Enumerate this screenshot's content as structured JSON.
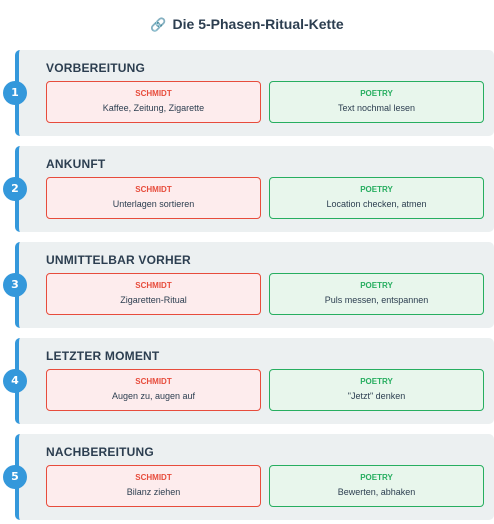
{
  "title": {
    "icon": "link-icon",
    "glyph": "🔗",
    "text": "Die 5-Phasen-Ritual-Kette"
  },
  "colors": {
    "accent": "#3498db",
    "schmidt": "#e74c3c",
    "poetry": "#27ae60",
    "panel": "#ecf0f1"
  },
  "phases": [
    {
      "num": "1",
      "title": "VORBEREITUNG",
      "schmidt": {
        "label": "SCHMIDT",
        "text": "Kaffee, Zeitung, Zigarette"
      },
      "poetry": {
        "label": "POETRY",
        "text": "Text nochmal lesen"
      }
    },
    {
      "num": "2",
      "title": "ANKUNFT",
      "schmidt": {
        "label": "SCHMIDT",
        "text": "Unterlagen sortieren"
      },
      "poetry": {
        "label": "POETRY",
        "text": "Location checken, atmen"
      }
    },
    {
      "num": "3",
      "title": "UNMITTELBAR VORHER",
      "schmidt": {
        "label": "SCHMIDT",
        "text": "Zigaretten-Ritual"
      },
      "poetry": {
        "label": "POETRY",
        "text": "Puls messen, entspannen"
      }
    },
    {
      "num": "4",
      "title": "LETZTER MOMENT",
      "schmidt": {
        "label": "SCHMIDT",
        "text": "Augen zu, augen auf"
      },
      "poetry": {
        "label": "POETRY",
        "text": "\"Jetzt\" denken"
      }
    },
    {
      "num": "5",
      "title": "NACHBEREITUNG",
      "schmidt": {
        "label": "SCHMIDT",
        "text": "Bilanz ziehen"
      },
      "poetry": {
        "label": "POETRY",
        "text": "Bewerten, abhaken"
      }
    }
  ]
}
